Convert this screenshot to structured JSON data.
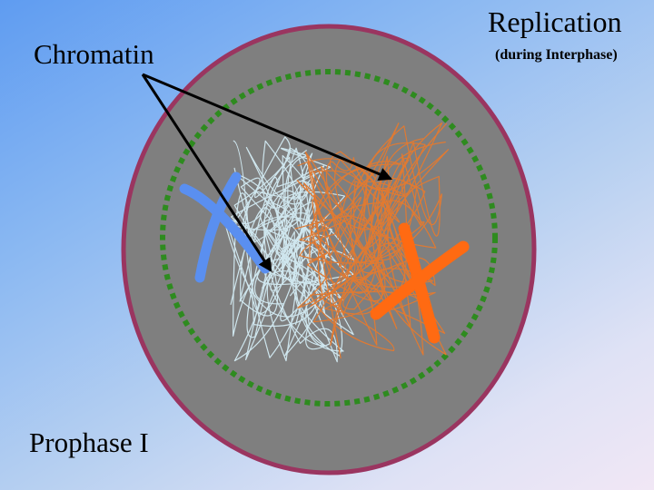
{
  "labels": {
    "chromatin": "Chromatin",
    "replication": "Replication",
    "replication_note": "(during Interphase)",
    "stage": "Prophase I"
  },
  "colors": {
    "cell_membrane": "#9a3560",
    "cytoplasm": "#7f7f7f",
    "nuclear_envelope": "#2e8b1f",
    "chromosome_blue": "#5a8ff0",
    "chromosome_orange": "#ff6a12",
    "chromatin_light": "#cfe6ee",
    "chromatin_orange": "#e07a32",
    "arrow": "#000000"
  },
  "icons": [
    "pointer-arrow"
  ]
}
